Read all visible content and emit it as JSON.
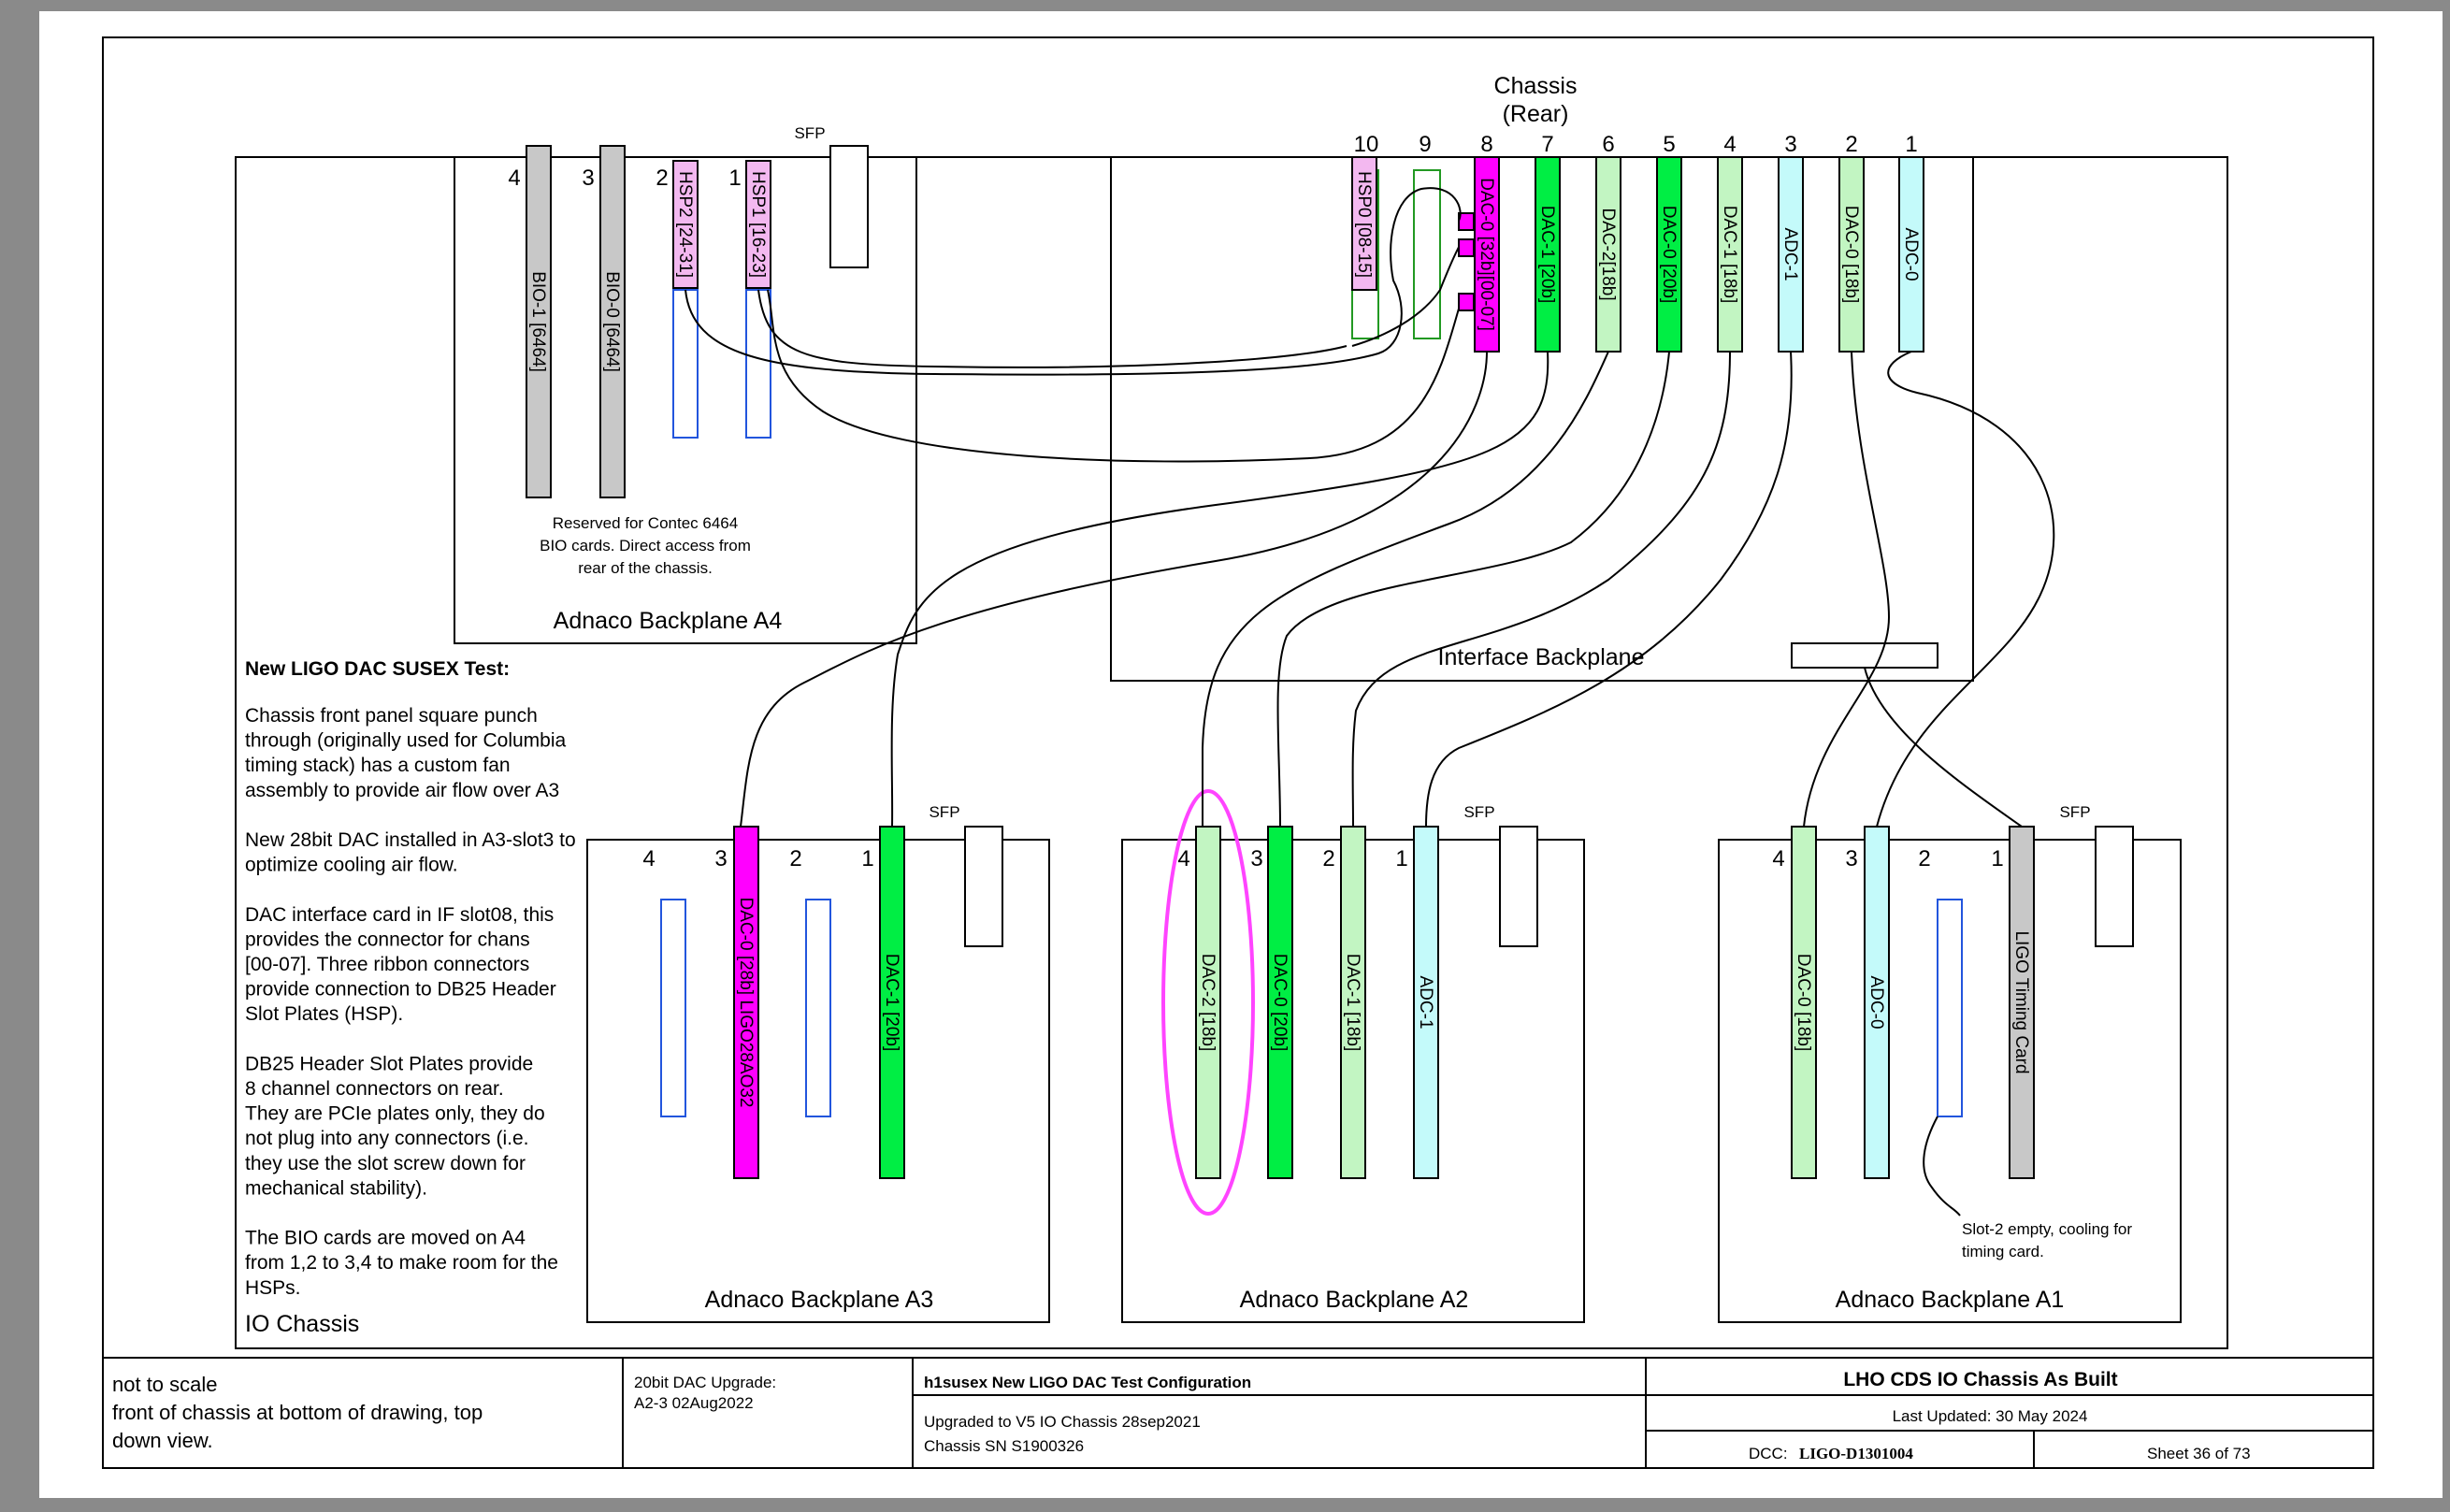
{
  "chassis_title": [
    "Chassis",
    "(Rear)"
  ],
  "sfp": "SFP",
  "backplanes": {
    "a4": {
      "label": "Adnaco Backplane A4",
      "slot_numbers": [
        "4",
        "3",
        "2",
        "1"
      ],
      "cards": [
        "BIO-1 [6464]",
        "BIO-0 [6464]",
        "HSP2 [24-31]",
        "HSP1 [16-23]"
      ],
      "note": [
        "Reserved for Contec 6464",
        "BIO cards. Direct access from",
        "rear of the chassis."
      ]
    },
    "iface": {
      "label": "Interface Backplane",
      "slot_numbers": [
        "10",
        "9",
        "8",
        "7",
        "6",
        "5",
        "4",
        "3",
        "2",
        "1"
      ],
      "cards": [
        "HSP0 [08-15]",
        "DAC-0 [32b][00-07]",
        "DAC-1 [20b]",
        "DAC-2[18b]",
        "DAC-0 [20b]",
        "DAC-1 [18b]",
        "ADC-1",
        "DAC-0 [18b]",
        "ADC-0"
      ]
    },
    "a3": {
      "label": "Adnaco Backplane A3",
      "slot_numbers": [
        "4",
        "3",
        "2",
        "1"
      ],
      "cards": [
        "DAC-0 [28b] LIGO28AO32",
        "DAC-1 [20b]"
      ]
    },
    "a2": {
      "label": "Adnaco Backplane A2",
      "slot_numbers": [
        "4",
        "3",
        "2",
        "1"
      ],
      "cards": [
        "DAC-2 [18b]",
        "DAC-0 [20b]",
        "DAC-1 [18b]",
        "ADC-1"
      ]
    },
    "a1": {
      "label": "Adnaco Backplane A1",
      "slot_numbers": [
        "4",
        "3",
        "2",
        "1"
      ],
      "cards": [
        "DAC-0 [18b]",
        "ADC-0",
        "LIGO Timing Card"
      ],
      "note": [
        "Slot-2 empty, cooling for",
        "timing card."
      ]
    }
  },
  "test_notes": {
    "title": "New LIGO DAC SUSEX Test:",
    "lines": [
      "Chassis front panel square punch",
      "through (originally used for Columbia",
      "timing stack) has a custom fan",
      "assembly to provide air flow over A3",
      "",
      "New 28bit DAC installed in A3-slot3 to",
      "optimize cooling air flow.",
      "",
      "DAC interface card in IF slot08, this",
      "provides the connector for chans",
      "[00-07]. Three ribbon connectors",
      "provide connection to DB25 Header",
      "Slot Plates (HSP).",
      "",
      "DB25 Header Slot Plates provide",
      "8 channel connectors on rear.",
      "They are PCIe plates only, they do",
      "not plug into any connectors (i.e.",
      "they use the slot screw down for",
      "mechanical stability).",
      "",
      "The BIO cards are moved on A4",
      "from 1,2 to 3,4 to make room for the",
      "HSPs."
    ]
  },
  "io_chassis": "IO Chassis",
  "title_block": {
    "scale_note": [
      "not to scale",
      "front of chassis at bottom of drawing, top",
      "down view."
    ],
    "upgrade_note": [
      "20bit DAC Upgrade:",
      "A2-3 02Aug2022"
    ],
    "config_title": "h1susex New LIGO DAC Test Configuration",
    "config_lines": [
      "Upgraded to V5 IO Chassis 28sep2021",
      "Chassis SN S1900326"
    ],
    "doc_title": "LHO CDS IO Chassis As Built",
    "last_updated": "Last Updated: 30 May 2024",
    "dcc_label": "DCC:",
    "dcc_value": "LIGO-D1301004",
    "sheet": "Sheet 36 of 73"
  },
  "colors": {
    "bio_gray": "#c8c8c8",
    "hsp_pink": "#f3b8f0",
    "dac_magenta": "#ff00ff",
    "dac_green": "#00ee44",
    "dac_lightgreen": "#c2f5c2",
    "adc_cyan": "#c4fafa",
    "slot_blue": "#2255dd",
    "hsp_outline_green": "#229922",
    "highlight_ellipse": "#ff44ff"
  }
}
